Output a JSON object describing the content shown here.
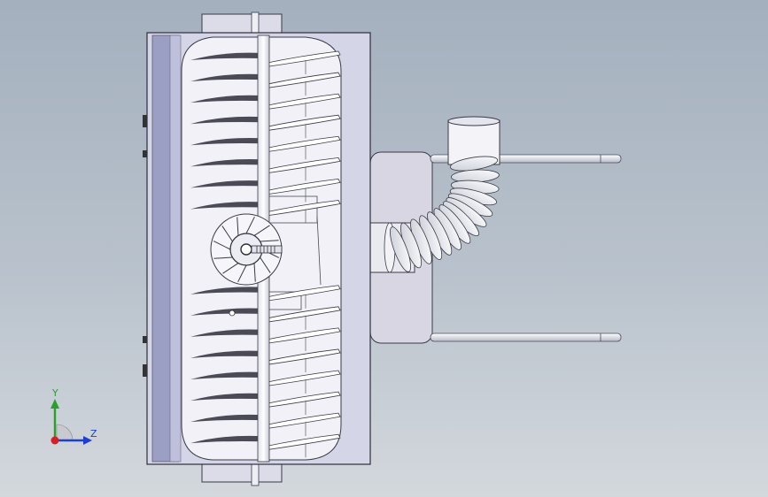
{
  "viewport": {
    "background_top": "#a4b0be",
    "background_bottom": "#d3d8dd"
  },
  "model": {
    "name": "screw-conveyor-assembly",
    "view": "side-view",
    "flight_count": 16,
    "hose_coils": 14,
    "rod_count": 2
  },
  "triad": {
    "y_label": "Y",
    "z_label": "Z",
    "y_color": "#2aa02a",
    "z_color": "#1c3fd0",
    "origin_color": "#d42020"
  }
}
